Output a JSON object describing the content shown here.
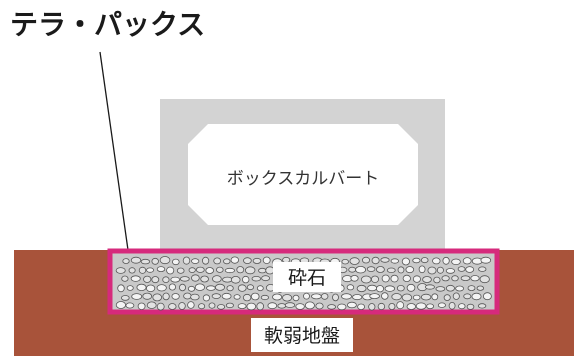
{
  "title": "テラ・パックス",
  "labels": {
    "culvert": "ボックスカルバート",
    "gravel": "砕石",
    "ground": "軟弱地盤"
  },
  "colors": {
    "ground": "#a8533a",
    "terapax_border": "#d62a7c",
    "culvert_frame": "#d3d3d3",
    "culvert_inner": "#ffffff",
    "gravel_bg": "#c9c9c9",
    "label_bg": "#ffffff"
  }
}
